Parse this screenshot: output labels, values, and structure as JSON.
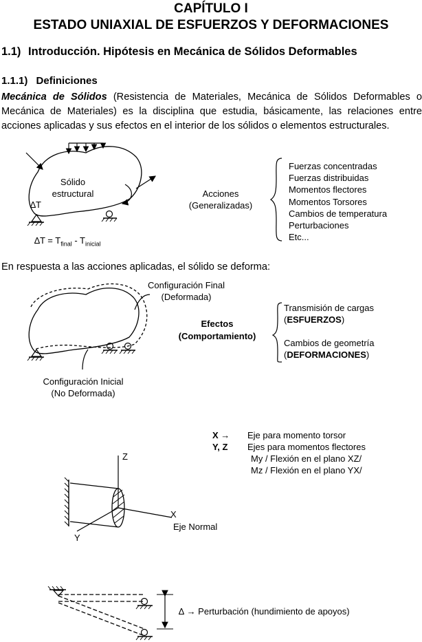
{
  "header": {
    "chapter": "CAPÍTULO I",
    "chapter_title": "ESTADO UNIAXIAL DE ESFUERZOS Y DEFORMACIONES"
  },
  "section": {
    "number": "1.1)",
    "title": "Introducción. Hipótesis en Mecánica de Sólidos Deformables"
  },
  "subsection": {
    "number": "1.1.1)",
    "title": "Definiciones"
  },
  "definition": {
    "term": "Mecánica de Sólidos",
    "text": " (Resistencia de Materiales, Mecánica de Sólidos Deformables o Mecánica de Materiales) es la disciplina que estudia, básicamente, las relaciones entre acciones aplicadas y sus efectos en el interior de los sólidos o elementos estructurales."
  },
  "figure1": {
    "solid_label_1": "Sólido",
    "solid_label_2": "estructural",
    "delta_t": "∆T",
    "formula_prefix": "∆T = T",
    "formula_final": "final",
    "formula_minus": " - T",
    "formula_initial": "inicial",
    "actions_1": "Acciones",
    "actions_2": "(Generalizadas)",
    "action_list": [
      "Fuerzas concentradas",
      "Fuerzas distribuidas",
      "Momentos flectores",
      "Momentos Torsores",
      "Cambios de temperatura",
      "Perturbaciones",
      "Etc..."
    ]
  },
  "response_sentence": "En respuesta a las acciones aplicadas, el sólido se deforma:",
  "figure2": {
    "final_config_1": "Configuración Final",
    "final_config_2": "(Deformada)",
    "initial_config_1": "Configuración Inicial",
    "initial_config_2": "(No Deformada)",
    "effects_1": "Efectos",
    "effects_2": "(Comportamiento)",
    "load_transmission": "Transmisión de cargas",
    "stresses": "ESFUERZOS",
    "geometry_change": "Cambios de geometría",
    "deformations": "DEFORMACIONES",
    "paren_open": "(",
    "paren_close": ")"
  },
  "figure3": {
    "x_key": "X →",
    "x_desc": "Eje para momento torsor",
    "yz_key": "Y, Z",
    "yz_desc": "Ejes para momentos flectores",
    "my_desc": "My / Flexión en el plano XZ/",
    "mz_desc": "Mz / Flexión en el plano YX/",
    "axis_z": "Z",
    "axis_x": "X",
    "axis_y": "Y",
    "normal_axis": "Eje Normal"
  },
  "figure4": {
    "perturbation": "∆ → Perturbación (hundimiento de apoyos)"
  }
}
